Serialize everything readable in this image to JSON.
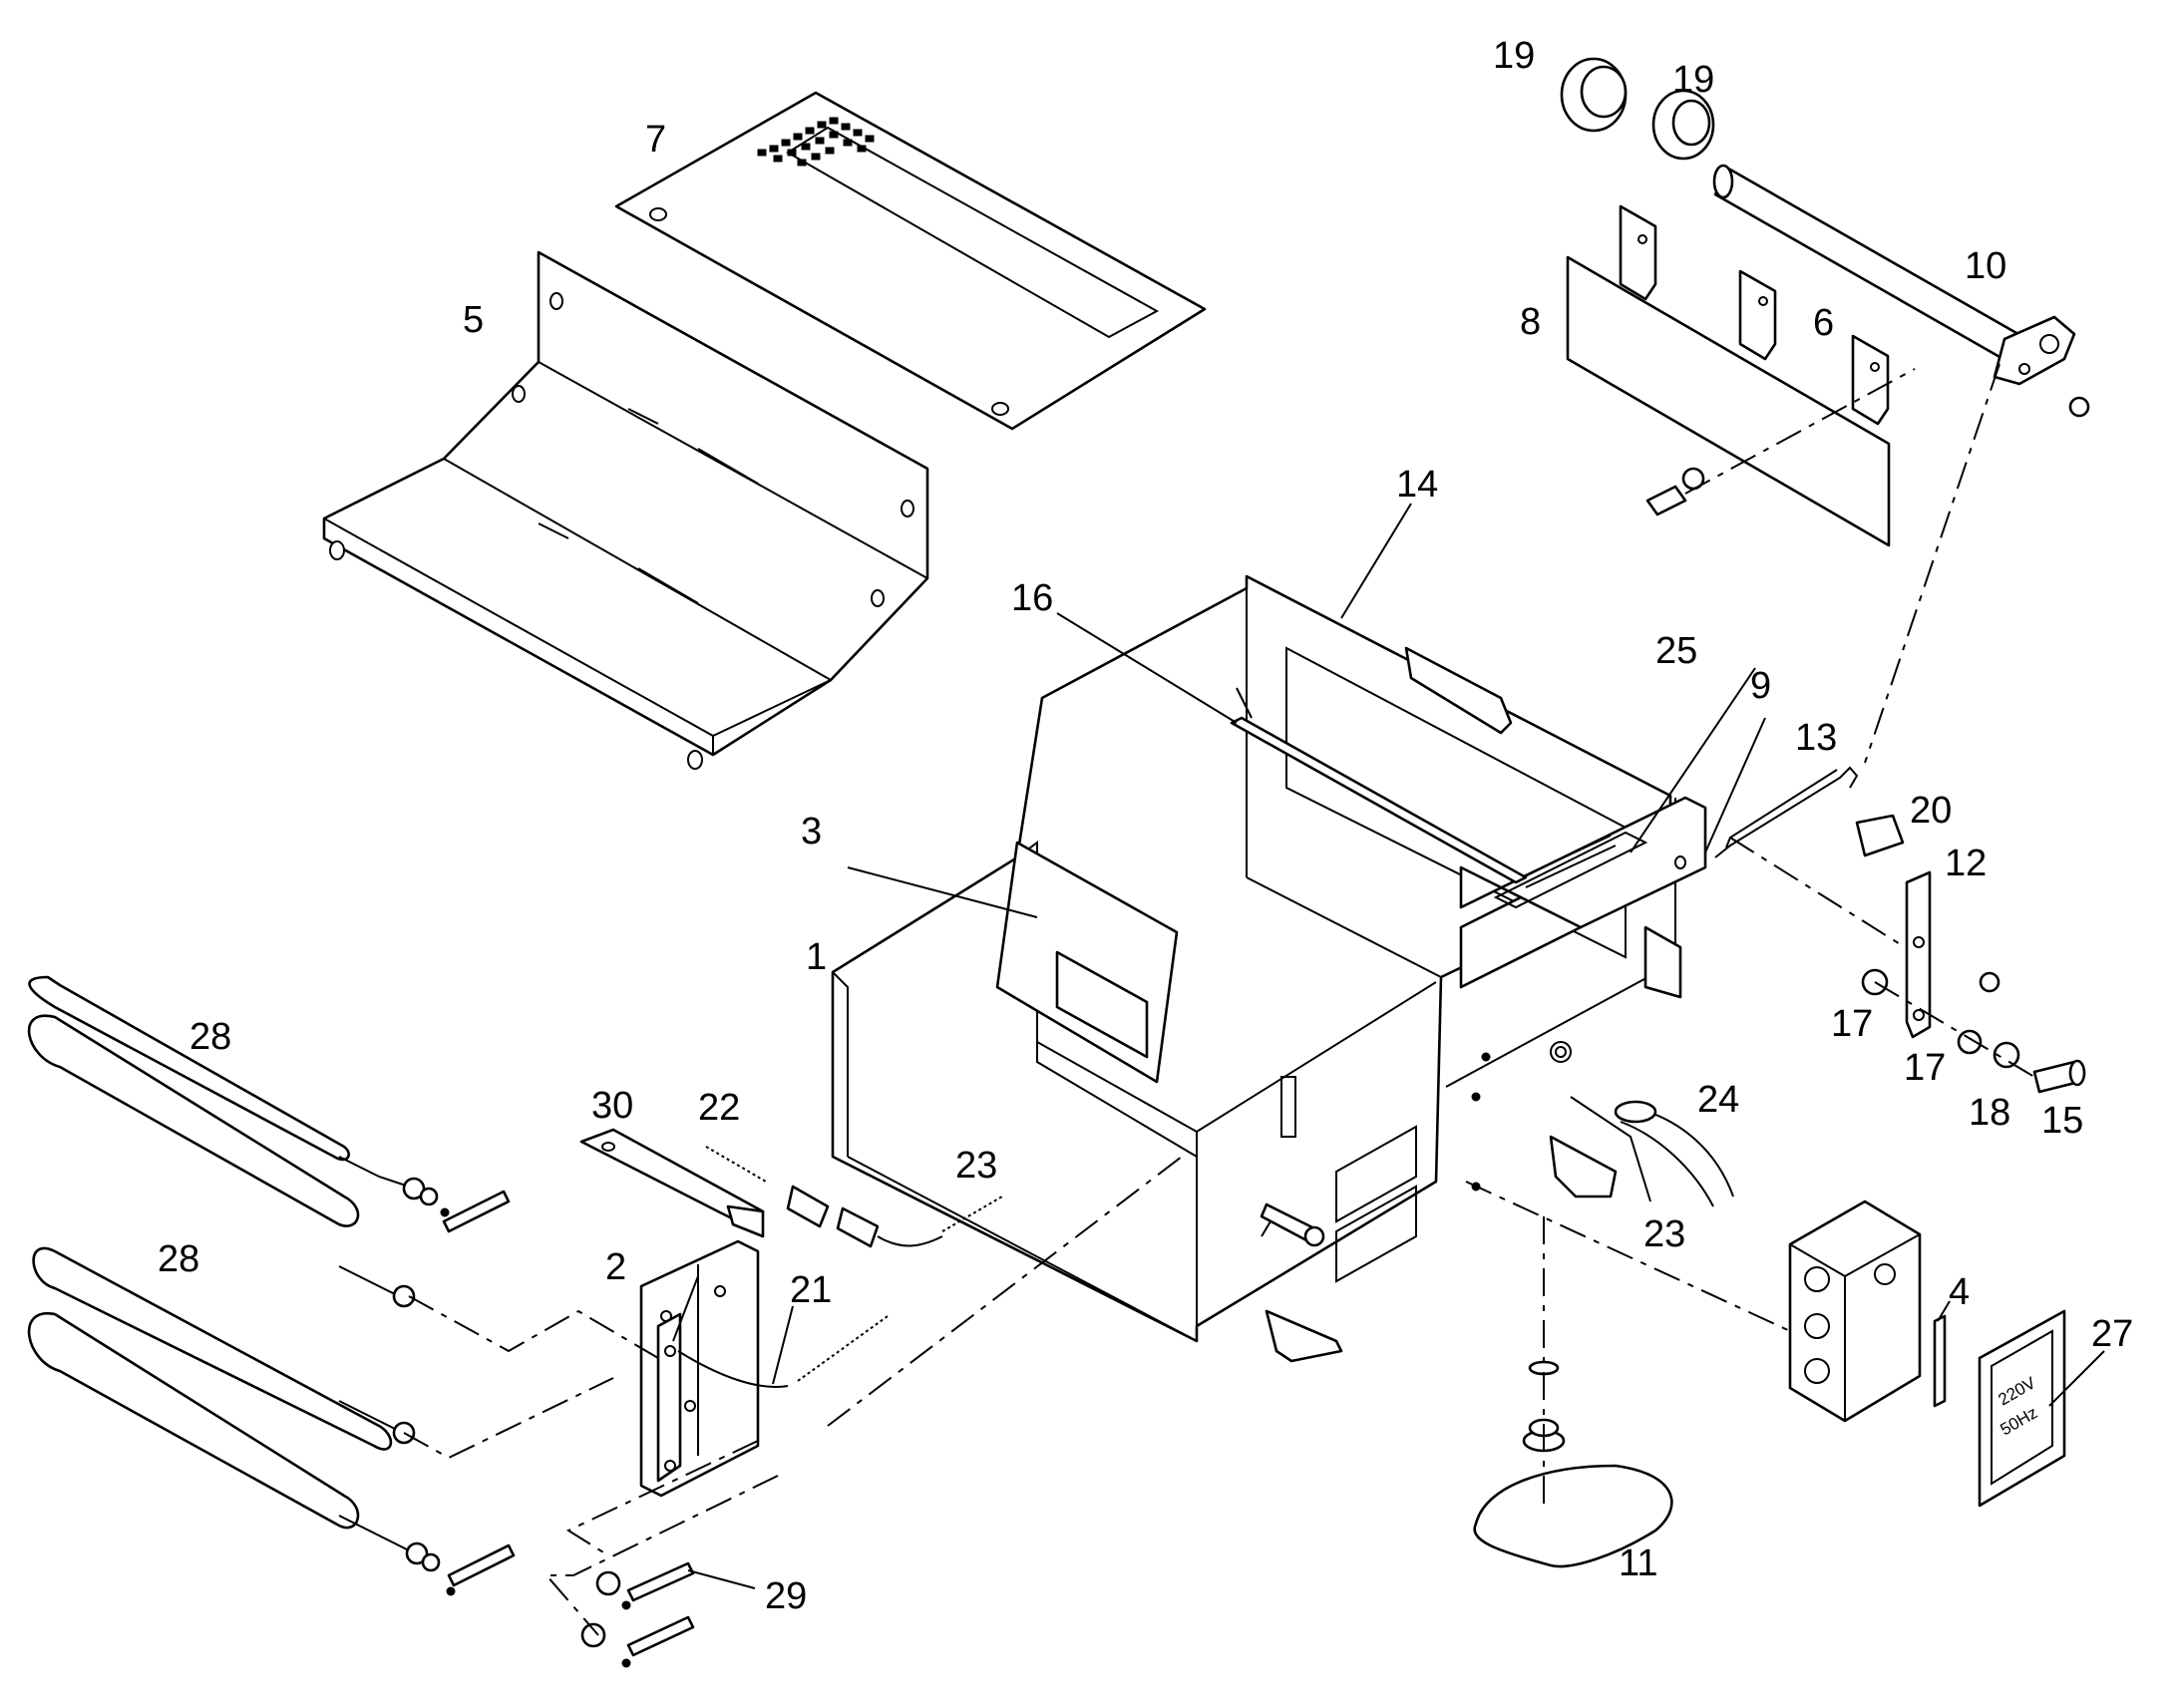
{
  "diagram": {
    "callouts": [
      {
        "id": "c1",
        "label": "1"
      },
      {
        "id": "c2",
        "label": "2"
      },
      {
        "id": "c3",
        "label": "3"
      },
      {
        "id": "c4",
        "label": "4"
      },
      {
        "id": "c5",
        "label": "5"
      },
      {
        "id": "c6",
        "label": "6"
      },
      {
        "id": "c7",
        "label": "7"
      },
      {
        "id": "c8",
        "label": "8"
      },
      {
        "id": "c9",
        "label": "9"
      },
      {
        "id": "c10",
        "label": "10"
      },
      {
        "id": "c11",
        "label": "11"
      },
      {
        "id": "c12",
        "label": "12"
      },
      {
        "id": "c13",
        "label": "13"
      },
      {
        "id": "c14",
        "label": "14"
      },
      {
        "id": "c15",
        "label": "15"
      },
      {
        "id": "c16",
        "label": "16"
      },
      {
        "id": "c17a",
        "label": "17"
      },
      {
        "id": "c17b",
        "label": "17"
      },
      {
        "id": "c18",
        "label": "18"
      },
      {
        "id": "c19a",
        "label": "19"
      },
      {
        "id": "c19b",
        "label": "19"
      },
      {
        "id": "c20",
        "label": "20"
      },
      {
        "id": "c21",
        "label": "21"
      },
      {
        "id": "c22",
        "label": "22"
      },
      {
        "id": "c23a",
        "label": "23"
      },
      {
        "id": "c23b",
        "label": "23"
      },
      {
        "id": "c24",
        "label": "24"
      },
      {
        "id": "c25",
        "label": "25"
      },
      {
        "id": "c27",
        "label": "27"
      },
      {
        "id": "c28a",
        "label": "28"
      },
      {
        "id": "c28b",
        "label": "28"
      },
      {
        "id": "c29",
        "label": "29"
      },
      {
        "id": "c30",
        "label": "30"
      }
    ],
    "rating_plate": {
      "voltage": "220V",
      "frequency": "50Hz"
    }
  }
}
